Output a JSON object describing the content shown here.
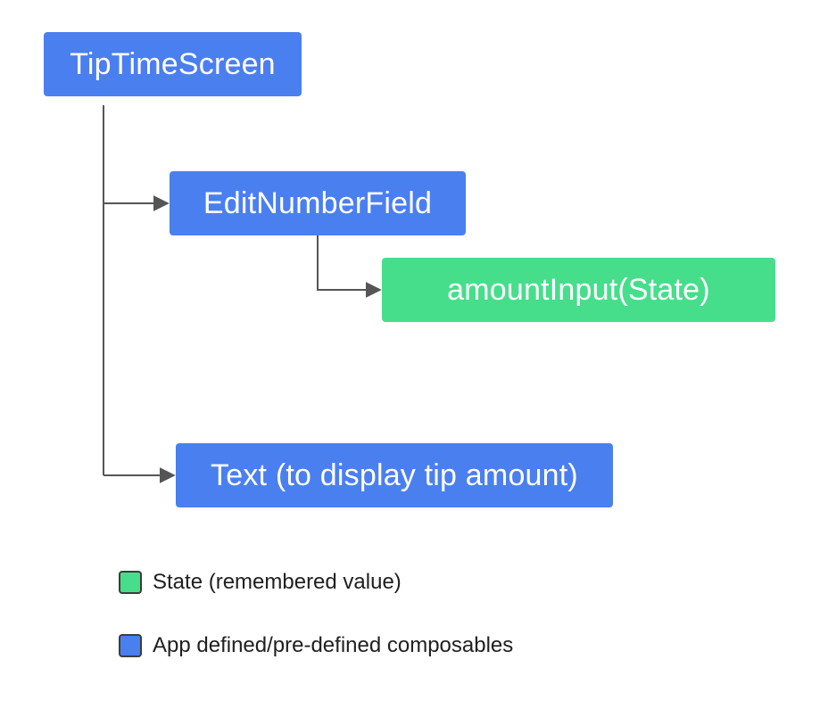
{
  "diagram": {
    "nodes": {
      "root": "TipTimeScreen",
      "edit_number_field": "EditNumberField",
      "amount_input": "amountInput(State)",
      "text": "Text (to display tip amount)"
    },
    "edges": [
      {
        "from": "root",
        "to": "edit_number_field"
      },
      {
        "from": "edit_number_field",
        "to": "amount_input"
      },
      {
        "from": "root",
        "to": "text"
      }
    ]
  },
  "legend": {
    "state_label": "State (remembered value)",
    "composables_label": "App defined/pre-defined composables"
  },
  "colors": {
    "composable": "#4a7ff0",
    "state": "#46de8b",
    "connector": "#555555"
  }
}
